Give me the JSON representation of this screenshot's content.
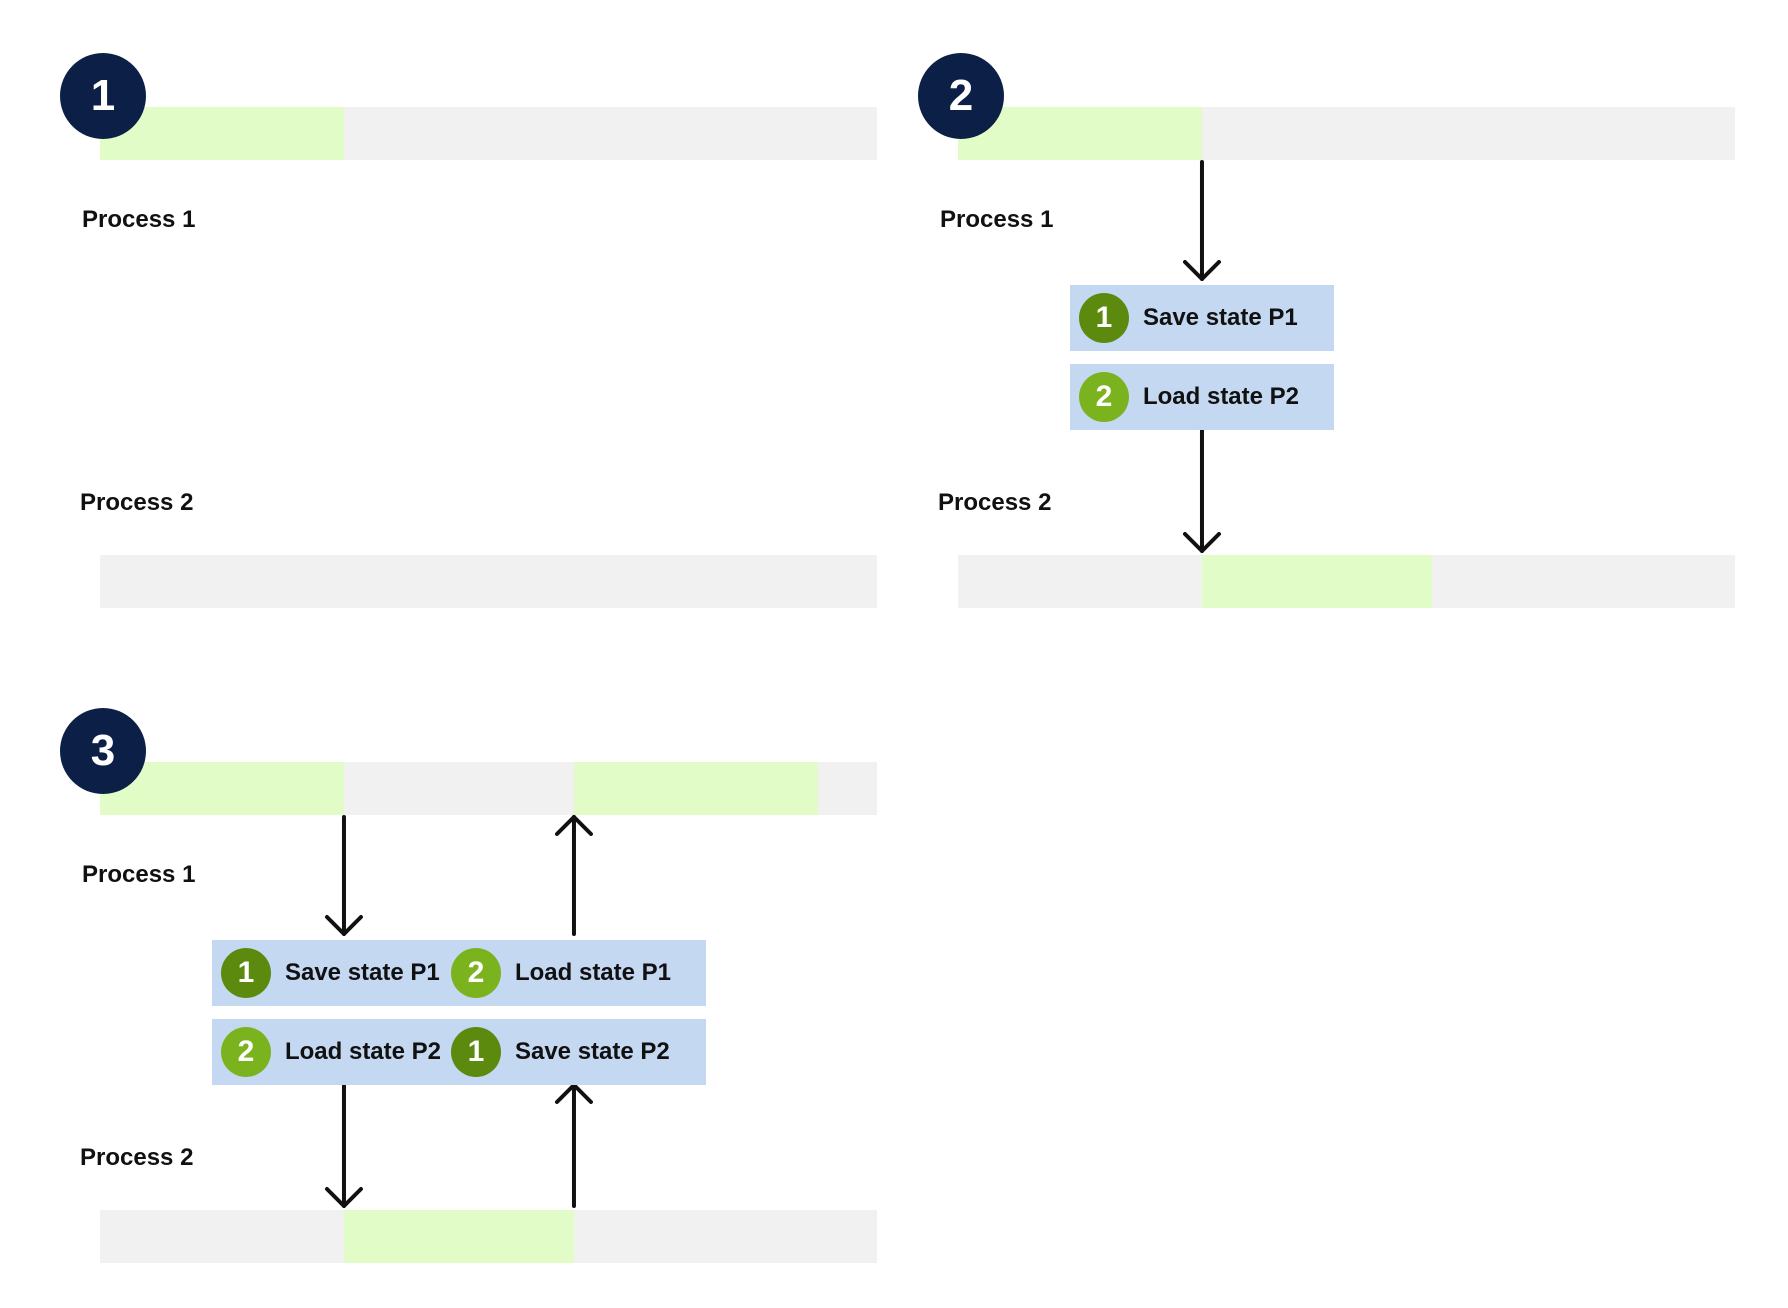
{
  "diagrams": [
    {
      "step": "1",
      "process1_label": "Process 1",
      "process2_label": "Process 2",
      "track1": [
        [
          0,
          0.314
        ]
      ],
      "track2": [],
      "columns": [],
      "arrows": []
    },
    {
      "step": "2",
      "process1_label": "Process 1",
      "process2_label": "Process 2",
      "track1": [
        [
          0,
          0.314
        ]
      ],
      "track2": [
        [
          0.314,
          0.61
        ]
      ],
      "columns": [
        {
          "x": 0.314,
          "boxes": [
            {
              "badge": "1",
              "tone": "dark",
              "text": "Save state P1"
            },
            {
              "badge": "2",
              "tone": "light",
              "text": "Load state P2"
            }
          ]
        }
      ],
      "arrows": [
        {
          "x": 0.314,
          "dir": "down",
          "part": "upper"
        },
        {
          "x": 0.314,
          "dir": "down",
          "part": "lower"
        }
      ]
    },
    {
      "step": "3",
      "process1_label": "Process 1",
      "process2_label": "Process 2",
      "track1": [
        [
          0,
          0.314
        ],
        [
          0.61,
          0.924
        ]
      ],
      "track2": [
        [
          0.314,
          0.61
        ]
      ],
      "columns": [
        {
          "x": 0.314,
          "boxes": [
            {
              "badge": "1",
              "tone": "dark",
              "text": "Save state P1"
            },
            {
              "badge": "2",
              "tone": "light",
              "text": "Load state P2"
            }
          ]
        },
        {
          "x": 0.61,
          "boxes": [
            {
              "badge": "2",
              "tone": "light",
              "text": "Load state P1"
            },
            {
              "badge": "1",
              "tone": "dark",
              "text": "Save state P2"
            }
          ]
        }
      ],
      "arrows": [
        {
          "x": 0.314,
          "dir": "down",
          "part": "upper"
        },
        {
          "x": 0.314,
          "dir": "down",
          "part": "lower"
        },
        {
          "x": 0.61,
          "dir": "up",
          "part": "upper"
        },
        {
          "x": 0.61,
          "dir": "up",
          "part": "lower"
        }
      ]
    }
  ]
}
